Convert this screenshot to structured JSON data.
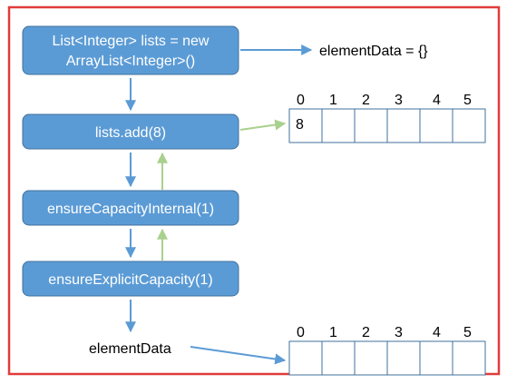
{
  "colors": {
    "frame": "#e03c3c",
    "box_fill": "#5b9bd5",
    "box_stroke": "#41719c",
    "call_arrow": "#5b9bd5",
    "return_arrow": "#a9d18e",
    "cell_stroke": "#41719c"
  },
  "boxes": {
    "new_list": {
      "line1": "List<Integer> lists = new",
      "line2": "ArrayList<Integer>()"
    },
    "add": {
      "label": "lists.add(8)"
    },
    "ensure_internal": {
      "label": "ensureCapacityInternal(1)"
    },
    "ensure_explicit": {
      "label": "ensureExplicitCapacity(1)"
    }
  },
  "labels": {
    "element_data_empty": "elementData = {}",
    "element_data": "elementData"
  },
  "array_top": {
    "indices": [
      "0",
      "1",
      "2",
      "3",
      "4",
      "5"
    ],
    "cells": [
      "8",
      "",
      "",
      "",
      "",
      ""
    ]
  },
  "array_bottom": {
    "indices": [
      "0",
      "1",
      "2",
      "3",
      "4",
      "5"
    ],
    "cells": [
      "",
      "",
      "",
      "",
      "",
      ""
    ]
  }
}
